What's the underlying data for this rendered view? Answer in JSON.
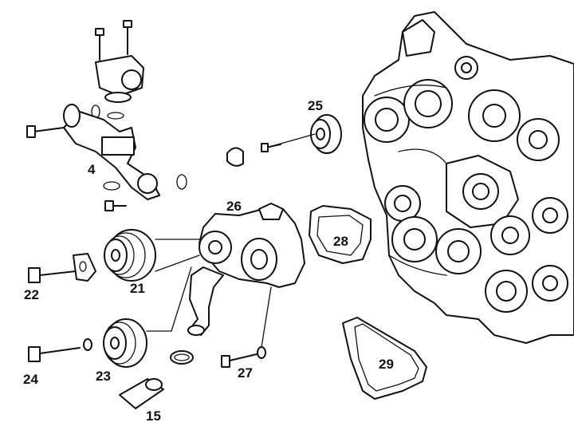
{
  "diagram": {
    "labels": {
      "p4": "4",
      "p15": "15",
      "p21": "21",
      "p22": "22",
      "p23": "23",
      "p24": "24",
      "p25": "25",
      "p26": "26",
      "p27": "27",
      "p28": "28",
      "p29": "29"
    }
  }
}
